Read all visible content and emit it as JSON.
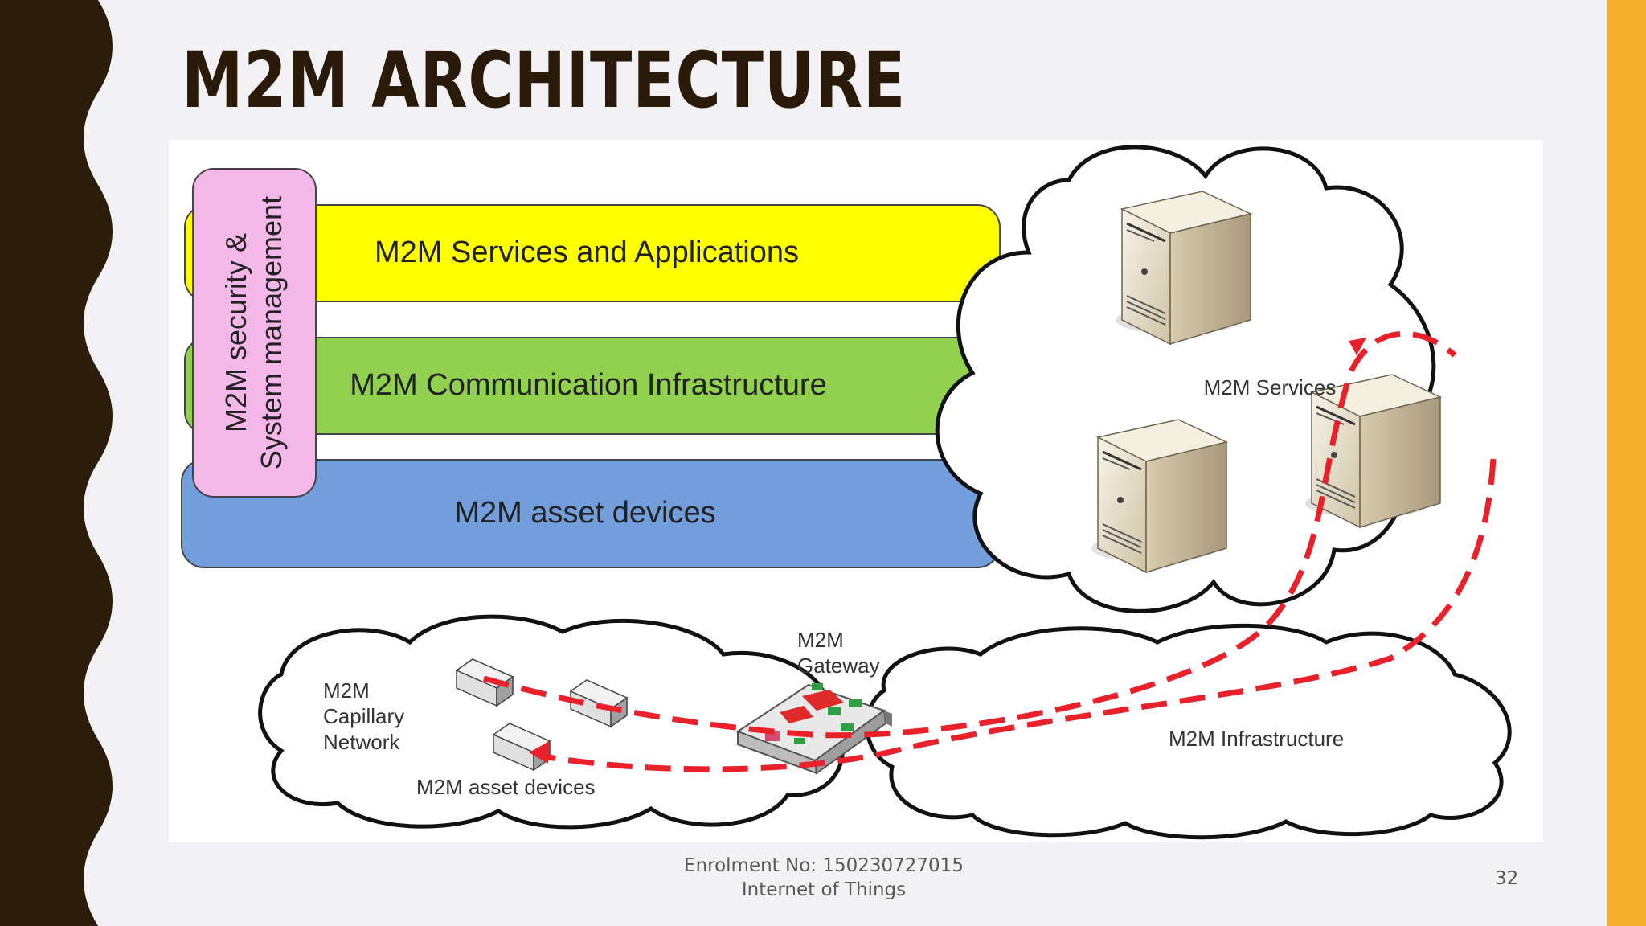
{
  "slide": {
    "title": "M2M ARCHITECTURE",
    "page_number": "32",
    "footer": {
      "enrolment": "Enrolment No: 150230727015",
      "subject": "Internet of Things"
    }
  },
  "colors": {
    "background": "#f2f2f4",
    "left_band": "#2c1d0a",
    "right_accent": "#f4ae2c",
    "layer_services": "#ffff00",
    "layer_communication": "#92d050",
    "layer_assets": "#729fdc",
    "security_box": "#f4b8e8",
    "dashed_path": "#e8212a"
  },
  "layers": {
    "services": "M2M Services and Applications",
    "communication": "M2M Communication Infrastructure",
    "assets": "M2M asset devices",
    "security_line1": "M2M security &",
    "security_line2": "System management"
  },
  "network": {
    "services_cloud": "M2M Services",
    "gateway_line1": "M2M",
    "gateway_line2": "Gateway",
    "capillary_line1": "M2M",
    "capillary_line2": "Capillary",
    "capillary_line3": "Network",
    "asset_devices": "M2M asset devices",
    "infrastructure": "M2M Infrastructure"
  }
}
